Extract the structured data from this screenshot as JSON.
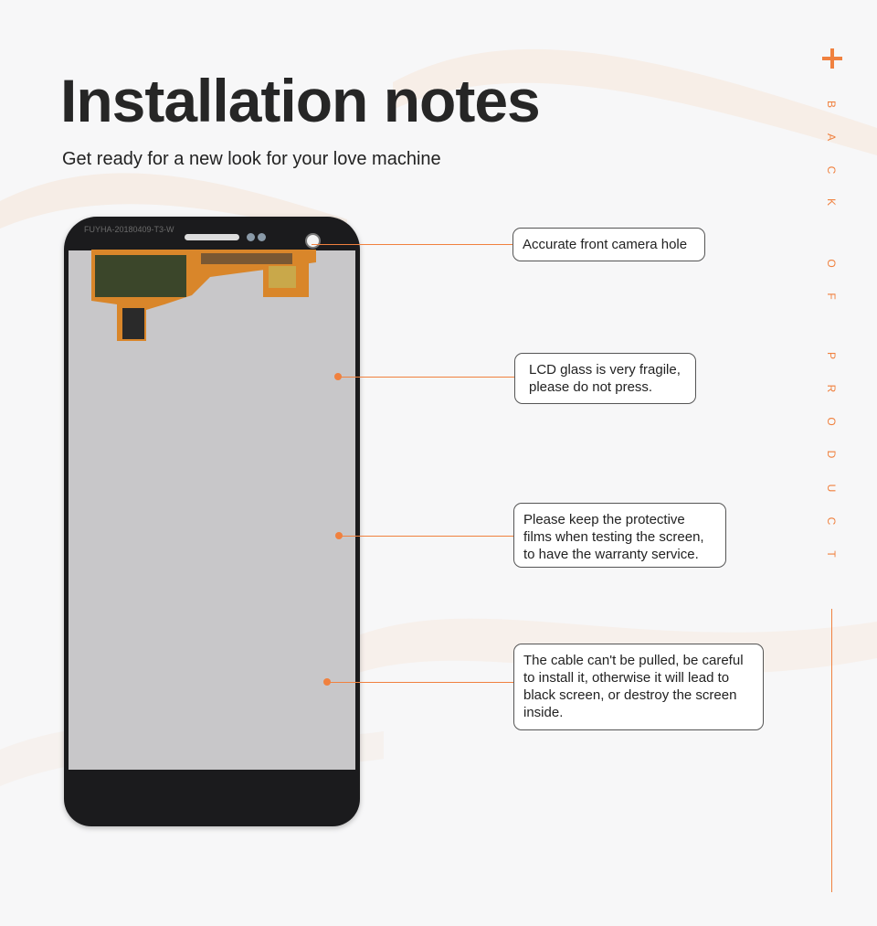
{
  "header": {
    "title": "Installation notes",
    "subtitle": "Get ready for a new look for your love machine"
  },
  "side_text": [
    "B",
    "A",
    "C",
    "K",
    "O",
    "F",
    "P",
    "R",
    "O",
    "D",
    "U",
    "C",
    "T"
  ],
  "phone": {
    "label": "FUYHA-20180409-T3-W"
  },
  "callouts": [
    {
      "lines": [
        "Accurate front camera hole"
      ]
    },
    {
      "lines": [
        "LCD glass is very fragile,",
        "please do not press."
      ]
    },
    {
      "lines": [
        "Please keep the protective",
        "films when testing the screen,",
        "to have the warranty service."
      ]
    },
    {
      "lines": [
        "The cable can't be pulled, be careful",
        "to install it, otherwise it will lead to",
        "black screen, or destroy the screen",
        "inside."
      ]
    }
  ],
  "colors": {
    "accent": "#f0813f",
    "phone_body": "#1b1b1d",
    "screen": "#c8c7c9",
    "flex_cable": "#e6962e"
  }
}
